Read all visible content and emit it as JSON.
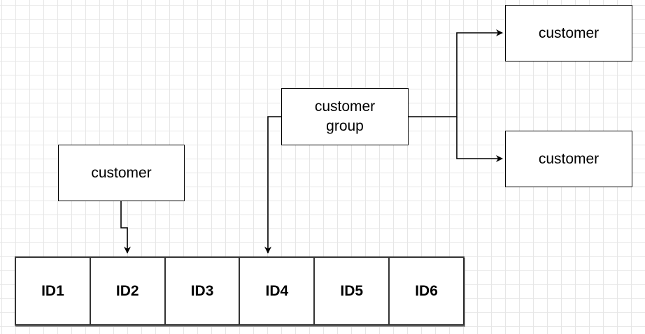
{
  "diagram": {
    "nodes": {
      "customer_left": "customer",
      "customer_group": "customer group",
      "customer_top_right": "customer",
      "customer_bottom_right": "customer"
    },
    "id_cells": [
      "ID1",
      "ID2",
      "ID3",
      "ID4",
      "ID5",
      "ID6"
    ],
    "colors": {
      "stroke": "#000000",
      "grid": "#e6e6e6",
      "cell_border": "#333333"
    }
  }
}
